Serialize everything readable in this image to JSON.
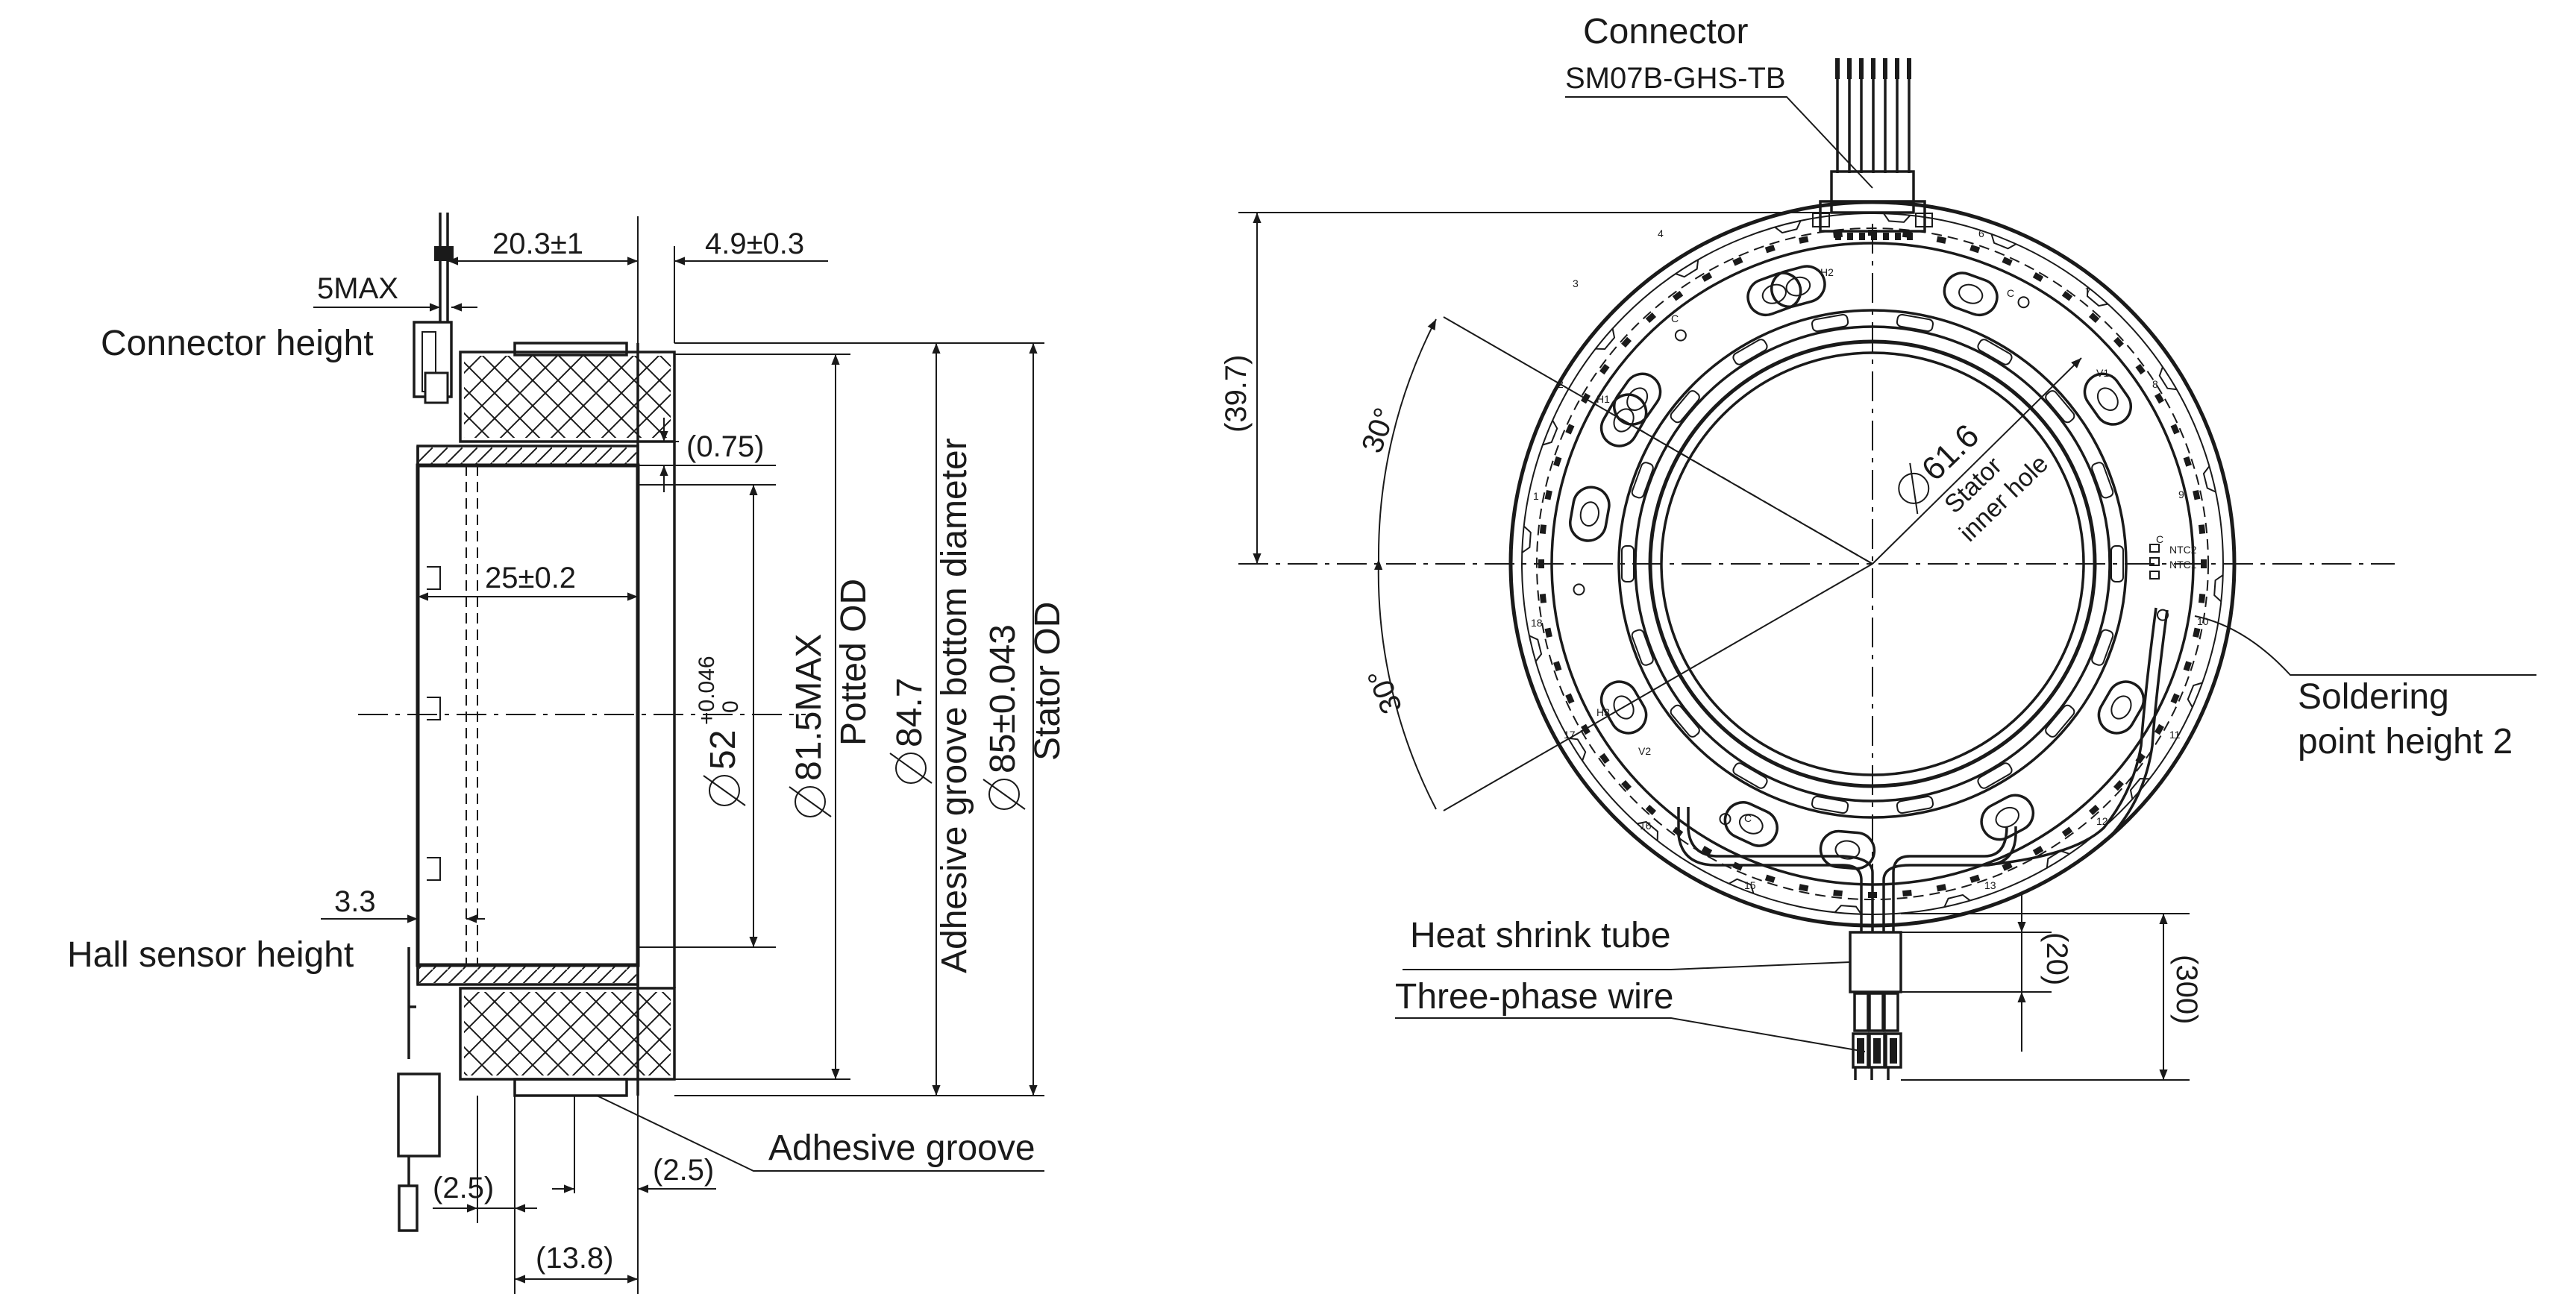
{
  "side_view": {
    "dims": {
      "d_20_3": "20.3±1",
      "d_4_9": "4.9±0.3",
      "d_5max": "5MAX",
      "d_0_75": "(0.75)",
      "d_25": "25±0.2",
      "d_3_3": "3.3",
      "d_2_5_left": "(2.5)",
      "d_2_5_right": "(2.5)",
      "d_13_8": "(13.8)",
      "d_52": "52",
      "d_52_upper": "+0.046",
      "d_52_lower": "0",
      "d_81_5": "81.5MAX",
      "d_84_7": "84.7",
      "d_85": "85±0.043"
    },
    "labels": {
      "connector_height": "Connector height",
      "hall_sensor_height": "Hall sensor height",
      "adhesive_groove": "Adhesive groove",
      "potted_od": "Potted OD",
      "adhesive_groove_bottom": "Adhesive groove bottom diameter",
      "stator_od": "Stator OD"
    }
  },
  "front_view": {
    "dims": {
      "d_39_7": "(39.7)",
      "angle_top": "30°",
      "angle_bottom": "30°",
      "d_61_6": "61.6",
      "d_20": "(20)",
      "d_300": "(300)"
    },
    "labels": {
      "connector": "Connector",
      "connector_part": "SM07B-GHS-TB",
      "stator_inner_hole_1": "Stator",
      "stator_inner_hole_2": "inner hole",
      "soldering_point_1": "Soldering",
      "soldering_point_2": "point height 2",
      "heat_shrink_tube": "Heat shrink tube",
      "three_phase_wire": "Three-phase wire"
    },
    "pcb_marks": {
      "n1": "1",
      "n2": "2",
      "n3": "3",
      "n4": "4",
      "n6": "6",
      "n7": "7",
      "n8": "8",
      "n9": "9",
      "n10": "10",
      "n11": "11",
      "n12": "12",
      "n13": "13",
      "n15": "15",
      "n16": "16",
      "n17": "17",
      "n18": "18",
      "h1": "H1",
      "h2": "H2",
      "h3": "H3",
      "v1": "V1",
      "v2": "V2",
      "c": "C",
      "ntc1": "NTC1",
      "ntc2": "NTC2"
    }
  }
}
